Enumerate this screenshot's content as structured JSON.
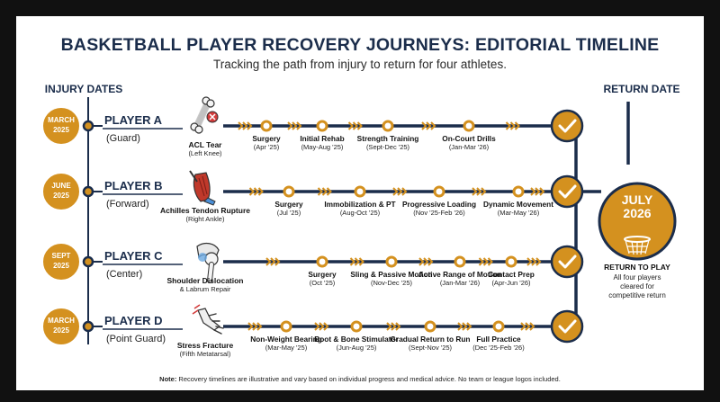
{
  "title": "BASKETBALL PLAYER RECOVERY JOURNEYS: EDITORIAL TIMELINE",
  "subtitle": "Tracking the path from injury to return for four athletes.",
  "injury_dates_header": "INJURY DATES",
  "return_date_header": "RETURN DATE",
  "return": {
    "month": "JULY",
    "year": "2026",
    "label": "RETURN TO PLAY",
    "desc_line1": "All four players",
    "desc_line2": "cleared for",
    "desc_line3": "competitive return"
  },
  "colors": {
    "navy": "#1b2d4b",
    "gold": "#d4911f",
    "white": "#ffffff"
  },
  "players": [
    {
      "date_month": "MARCH",
      "date_year": "2025",
      "name": "PLAYER A",
      "role": "(Guard)",
      "icon": "bone-icon",
      "injury": "ACL Tear",
      "injury_detail": "(Left Knee)",
      "stages": [
        {
          "name": "Surgery",
          "period": "(Apr '25)"
        },
        {
          "name": "Initial Rehab",
          "period": "(May-Aug '25)"
        },
        {
          "name": "Strength Training",
          "period": "(Sept-Dec '25)"
        },
        {
          "name": "On-Court Drills",
          "period": "(Jan-Mar '26)"
        }
      ]
    },
    {
      "date_month": "JUNE",
      "date_year": "2025",
      "name": "PLAYER B",
      "role": "(Forward)",
      "icon": "calf-muscle-icon",
      "injury": "Achilles Tendon Rupture",
      "injury_detail": "(Right Ankle)",
      "stages": [
        {
          "name": "Surgery",
          "period": "(Jul '25)"
        },
        {
          "name": "Immobilization & PT",
          "period": "(Aug-Oct '25)"
        },
        {
          "name": "Progressive Loading",
          "period": "(Nov '25-Feb '26)"
        },
        {
          "name": "Dynamic Movement",
          "period": "(Mar-May '26)"
        }
      ]
    },
    {
      "date_month": "SEPT",
      "date_year": "2025",
      "name": "PLAYER C",
      "role": "(Center)",
      "icon": "shoulder-joint-icon",
      "injury": "Shoulder Dislocation",
      "injury_detail": "& Labrum Repair",
      "stages": [
        {
          "name": "Surgery",
          "period": "(Oct '25)"
        },
        {
          "name": "Sling & Passive Motion",
          "period": "(Nov-Dec '25)"
        },
        {
          "name": "Active Range of Motion",
          "period": "(Jan-Mar '26)"
        },
        {
          "name": "Contact Prep",
          "period": "(Apr-Jun '26)"
        }
      ]
    },
    {
      "date_month": "MARCH",
      "date_year": "2025",
      "name": "PLAYER D",
      "role": "(Point Guard)",
      "icon": "foot-bones-icon",
      "injury": "Stress Fracture",
      "injury_detail": "(Fifth Metatarsal)",
      "stages": [
        {
          "name": "Non-Weight Bearing",
          "period": "(Mar-May '25)"
        },
        {
          "name": "Boot & Bone Stimulator",
          "period": "(Jun-Aug '25)"
        },
        {
          "name": "Gradual Return to Run",
          "period": "(Sept-Nov '25)"
        },
        {
          "name": "Full Practice",
          "period": "(Dec '25-Feb '26)"
        }
      ]
    }
  ],
  "note_label": "Note:",
  "note_text": "Recovery timelines are illustrative and vary based on individual progress and medical advice. No team or league logos included."
}
